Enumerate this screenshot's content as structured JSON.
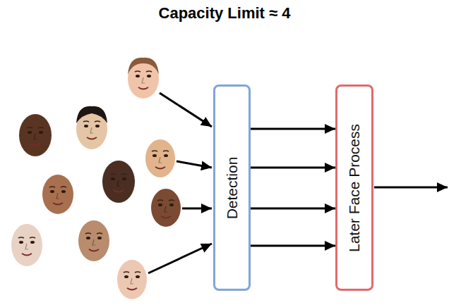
{
  "diagram": {
    "title": "Capacity Limit ≈ 4",
    "nodes": [
      {
        "text": [
          "Detection"
        ]
      },
      {
        "text": [
          "Later Face Process"
        ]
      }
    ],
    "edges": [
      {
        "from": 0,
        "to": 1,
        "arrow": "to"
      },
      {
        "from": 0,
        "to": 1,
        "arrow": "to"
      },
      {
        "from": 0,
        "to": 1,
        "arrow": "to"
      },
      {
        "from": 0,
        "to": 1,
        "arrow": "to"
      }
    ]
  }
}
